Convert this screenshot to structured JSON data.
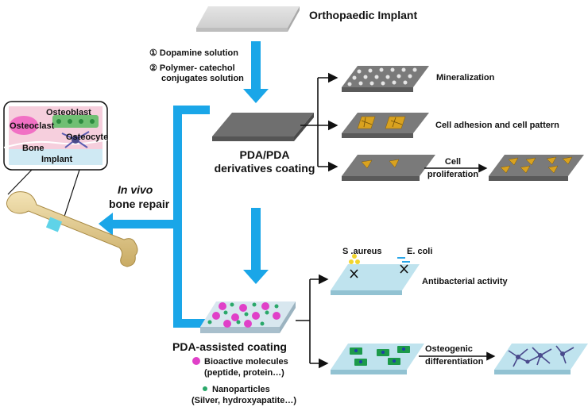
{
  "implant_title": "Orthopaedic Implant",
  "step1": "① Dopamine solution",
  "step2_line1": "② Polymer- catechol",
  "step2_line2": "conjugates solution",
  "pda_line1": "PDA/PDA",
  "pda_line2": "derivatives coating",
  "mineralization": "Mineralization",
  "cell_adhesion": "Cell adhesion and cell pattern",
  "cell_line1": "Cell",
  "cell_line2": "proliferation",
  "invivo_line1": "In vivo",
  "invivo_line2": "bone repair",
  "inset": {
    "osteoblast": "Osteoblast",
    "osteoclast": "Osteoclast",
    "osteocyte": "Osteocyte",
    "bone": "Bone",
    "implant": "Implant"
  },
  "s_aureus": "S .aureus",
  "e_coli": "E. coli",
  "antibacterial": "Antibacterial activity",
  "osteo_line1": "Osteogenic",
  "osteo_line2": "differentiation",
  "pda_assisted": "PDA-assisted coating",
  "legend": {
    "bio_line1": "Bioactive molecules",
    "bio_line2": "(peptide, protein…)",
    "nano_line1": "Nanoparticles",
    "nano_line2": "(Silver, hydroxyapatite…)"
  },
  "colors": {
    "arrow_blue": "#1aa6e8",
    "plate_gray": "#7d7d7d",
    "plate_light_blue": "#bfe3ee",
    "cell_green": "#1c9a4a",
    "osteocyte_purple": "#4a4a8c",
    "magenta": "#e040c8"
  }
}
